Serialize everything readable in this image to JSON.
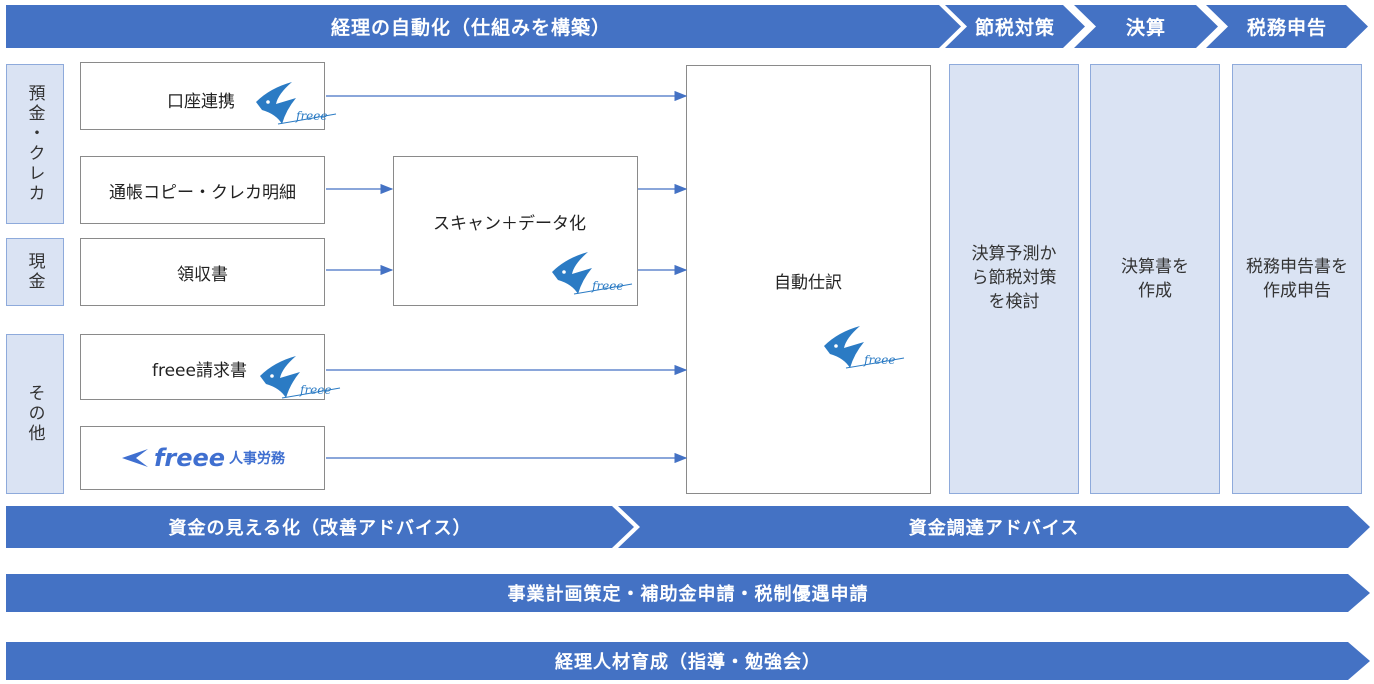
{
  "header": {
    "main": "経理の自動化（仕組みを構築）",
    "tax_saving": "節税対策",
    "settlement": "決算",
    "tax_filing": "税務申告"
  },
  "sources": {
    "deposit_card": "預金・クレカ",
    "cash": "現金",
    "other": "その他"
  },
  "inputs": {
    "account_link": "口座連携",
    "passbook_copy": "通帳コピー・クレカ明細",
    "receipts": "領収書",
    "invoice": "freee請求書",
    "hr_logo_word": "freee",
    "hr_logo_label": "人事労務"
  },
  "process": {
    "scan": "スキャン＋データ化",
    "auto_journal": "自動仕訳",
    "brand": "freee"
  },
  "columns": {
    "tax_saving": "決算予測から節税対策を検討",
    "settlement": "決算書を作成",
    "tax_filing": "税務申告書を作成申告"
  },
  "bands": {
    "cash_visibility": "資金の見える化（改善アドバイス）",
    "fundraising": "資金調達アドバイス",
    "planning": "事業計画策定・補助金申請・税制優遇申請",
    "training": "経理人材育成（指導・勉強会）"
  },
  "colors": {
    "band": "#4472c4",
    "panel": "#dae3f3",
    "brand_blue": "#2b7bc4"
  }
}
